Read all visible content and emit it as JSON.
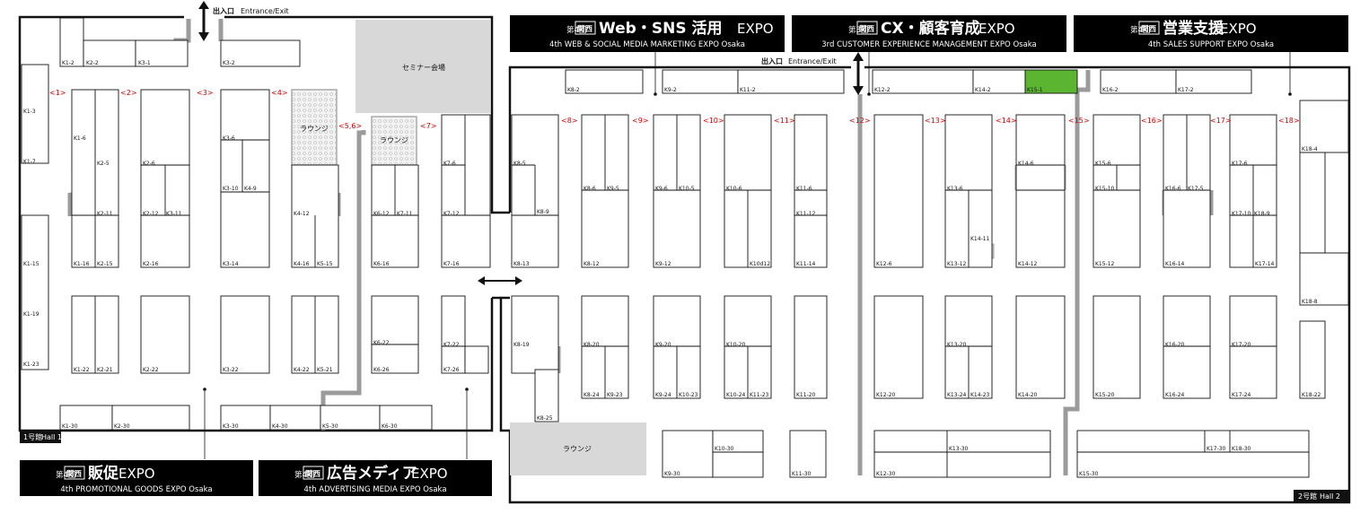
{
  "exits": {
    "top": {
      "jp": "出入口",
      "en": "Entrance/Exit"
    },
    "middle": {
      "jp": "出入口",
      "en": "Entrance/Exit"
    }
  },
  "halls": {
    "hall1": {
      "jp": "1号館",
      "en": "Hall 1"
    },
    "hall2": {
      "jp": "2号館",
      "en": "Hall 2"
    }
  },
  "seminar": "セミナー会場",
  "lounge": "ラウンジ",
  "banners": [
    {
      "id": "web",
      "edition": "第4回",
      "kansai": "関西",
      "title": "Web・SNS 活用",
      "expo": "EXPO",
      "sub": "4th WEB & SOCIAL MEDIA MARKETING EXPO Osaka"
    },
    {
      "id": "cx",
      "edition": "第3回",
      "kansai": "関西",
      "title": "CX・顧客育成",
      "expo": "EXPO",
      "sub": "3rd CUSTOMER EXPERIENCE MANAGEMENT EXPO Osaka"
    },
    {
      "id": "sales",
      "edition": "第4回",
      "kansai": "関西",
      "title": "営業支援",
      "expo": "EXPO",
      "sub": "4th SALES SUPPORT EXPO Osaka"
    },
    {
      "id": "promo",
      "edition": "第4回",
      "kansai": "関西",
      "title": "販促",
      "expo": "EXPO",
      "sub": "4th PROMOTIONAL GOODS EXPO Osaka"
    },
    {
      "id": "adv",
      "edition": "第4回",
      "kansai": "関西",
      "title": "広告メディア",
      "expo": "EXPO",
      "sub": "4th ADVERTISING MEDIA EXPO Osaka"
    }
  ],
  "aisles": [
    "<1>",
    "<2>",
    "<3>",
    "<4>",
    "<5,6>",
    "<7>",
    "<8>",
    "<9>",
    "<10>",
    "<11>",
    "<12>",
    "<13>",
    "<14>",
    "<15>",
    "<16>",
    "<17>",
    "<18>"
  ],
  "booths": {
    "K1-2": "K1-2",
    "K2-2": "K2-2",
    "K3-1": "K3-1",
    "K3-2": "K3-2",
    "K1-3": "K1-3",
    "K1-7": "K1-7",
    "K1-6": "K1-6",
    "K2-5": "K2-5",
    "K2-11": "K2-11",
    "K1-16": "K1-16",
    "K2-15": "K2-15",
    "K1-15": "K1-15",
    "K1-19": "K1-19",
    "K1-23": "K1-23",
    "K1-22": "K1-22",
    "K2-21": "K2-21",
    "K2-6": "K2-6",
    "K2-12": "K2-12",
    "K3-11": "K3-11",
    "K2-16": "K2-16",
    "K2-22": "K2-22",
    "K3-6": "K3-6",
    "K3-10": "K3-10",
    "K4-9": "K4-9",
    "K3-14": "K3-14",
    "K3-22": "K3-22",
    "K4-12": "K4-12",
    "K4-16": "K4-16",
    "K5-15": "K5-15",
    "K4-22": "K4-22",
    "K5-21": "K5-21",
    "K6-12": "K6-12",
    "K7-11": "K7-11",
    "K6-16": "K6-16",
    "K6-22": "K6-22",
    "K6-26": "K6-26",
    "K7-6": "K7-6",
    "K7-12": "K7-12",
    "K7-16": "K7-16",
    "K7-22": "K7-22",
    "K7-26": "K7-26",
    "K1-30": "K1-30",
    "K2-30": "K2-30",
    "K3-30": "K3-30",
    "K4-30": "K4-30",
    "K5-30": "K5-30",
    "K6-30": "K6-30",
    "K8-2": "K8-2",
    "K9-2": "K9-2",
    "K11-2": "K11-2",
    "K12-2": "K12-2",
    "K14-2": "K14-2",
    "K15-1": "K15-1",
    "K16-2": "K16-2",
    "K17-2": "K17-2",
    "K8-5": "K8-5",
    "K8-9": "K8-9",
    "K8-13": "K8-13",
    "K8-19": "K8-19",
    "K8-25": "K8-25",
    "K8-6": "K8-6",
    "K9-5": "K9-5",
    "K8-12": "K8-12",
    "K8-20": "K8-20",
    "K8-24": "K8-24",
    "K9-23": "K9-23",
    "K9-6": "K9-6",
    "K10-5": "K10-5",
    "K9-12": "K9-12",
    "K9-20": "K9-20",
    "K9-24": "K9-24",
    "K10-23": "K10-23",
    "K10-6": "K10-6",
    "K10d12": "K10d12",
    "K10-20": "K10-20",
    "K10-24": "K10-24",
    "K11-23": "K11-23",
    "K11-6": "K11-6",
    "K11-12": "K11-12",
    "K11-14": "K11-14",
    "K11-20": "K11-20",
    "K12-6": "K12-6",
    "K12-20": "K12-20",
    "K13-6": "K13-6",
    "K13-12": "K13-12",
    "K14-11": "K14-11",
    "K13-20": "K13-20",
    "K13-24": "K13-24",
    "K14-23": "K14-23",
    "K14-6": "K14-6",
    "K14-12": "K14-12",
    "K14-20": "K14-20",
    "K15-6": "K15-6",
    "K15-10": "K15-10",
    "K15-12": "K15-12",
    "K15-20": "K15-20",
    "K16-6": "K16-6",
    "K17-5": "K17-5",
    "K16-14": "K16-14",
    "K16-20": "K16-20",
    "K16-24": "K16-24",
    "K17-6": "K17-6",
    "K17-10": "K17-10",
    "K18-9": "K18-9",
    "K17-14": "K17-14",
    "K17-20": "K17-20",
    "K17-24": "K17-24",
    "K18-4": "K18-4",
    "K18-8": "K18-8",
    "K18-22": "K18-22",
    "K9-30": "K9-30",
    "K10-30": "K10-30",
    "K11-30": "K11-30",
    "K12-30": "K12-30",
    "K13-30": "K13-30",
    "K15-30": "K15-30",
    "K17-30": "K17-30",
    "K18-30": "K18-30"
  },
  "colors": {
    "highlight": "#5bb530",
    "walkway": "#9b9b9b",
    "aisle": "#d40000",
    "dim": "#1a3a9c",
    "banner": "#000000"
  }
}
